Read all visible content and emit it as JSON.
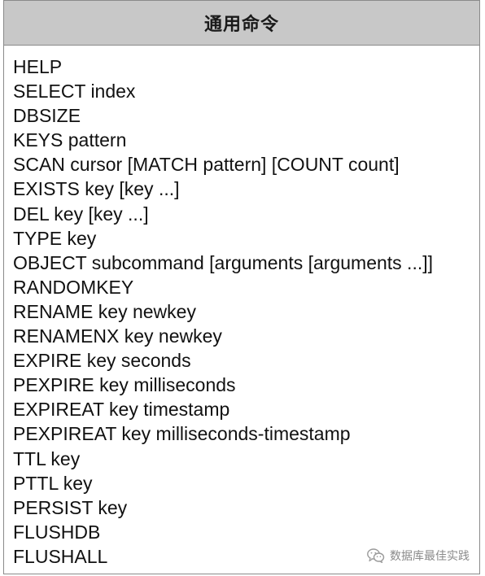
{
  "header": {
    "title": "通用命令"
  },
  "commands": [
    "HELP",
    "SELECT index",
    "DBSIZE",
    "KEYS pattern",
    "SCAN cursor [MATCH pattern] [COUNT count]",
    "EXISTS key [key ...]",
    "DEL key [key ...]",
    "TYPE key",
    "OBJECT subcommand [arguments [arguments ...]]",
    "RANDOMKEY",
    "RENAME key newkey",
    "RENAMENX key newkey",
    "EXPIRE key seconds",
    "PEXPIRE key milliseconds",
    "EXPIREAT key timestamp",
    "PEXPIREAT key milliseconds-timestamp",
    "TTL key",
    "PTTL key",
    "PERSIST key",
    "FLUSHDB",
    "FLUSHALL"
  ],
  "watermark": {
    "text": "数据库最佳实践",
    "icon": "wechat-icon"
  }
}
